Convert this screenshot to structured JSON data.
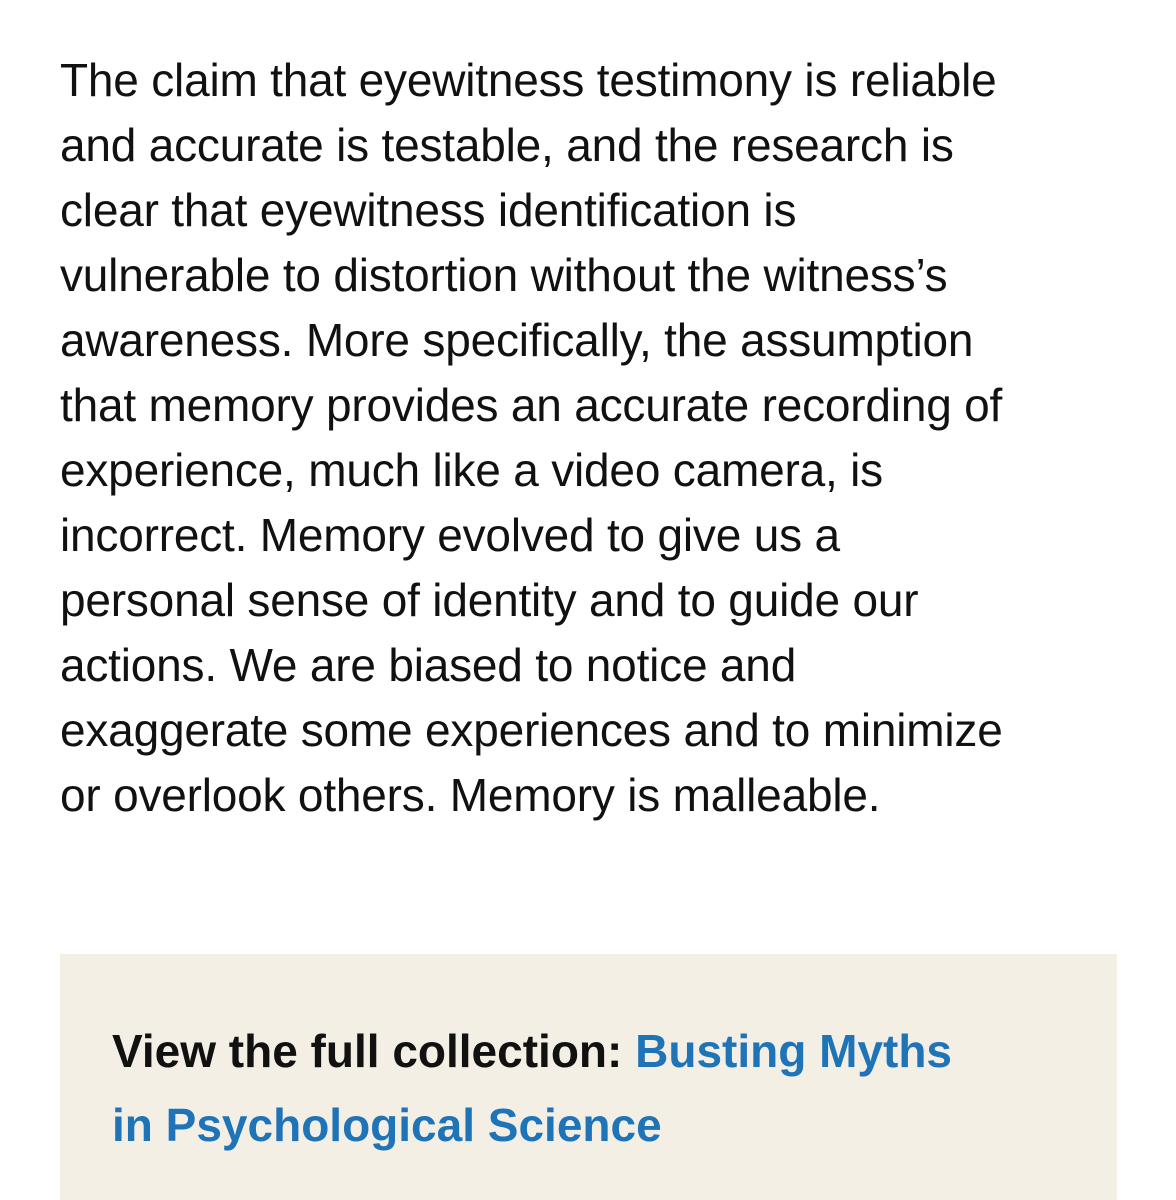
{
  "article": {
    "paragraph": "The claim that eyewitness testimony is reliable\nand accurate is testable, and the research is\nclear that eyewitness identification is\nvulnerable to distortion without the witness’s\nawareness. More specifically, the assumption\nthat memory provides an accurate recording of\nexperience, much like a video camera, is\nincorrect. Memory evolved to give us a\npersonal sense of identity and to guide our\nactions. We are biased to notice and\nexaggerate some experiences and to minimize\nor overlook others. Memory is malleable."
  },
  "collection": {
    "prefix": "View the full collection: ",
    "link_line1": "Busting Myths",
    "link_line2": "in Psychological Science",
    "link_color": "#1f73b7",
    "background_color": "#f3efe5"
  }
}
